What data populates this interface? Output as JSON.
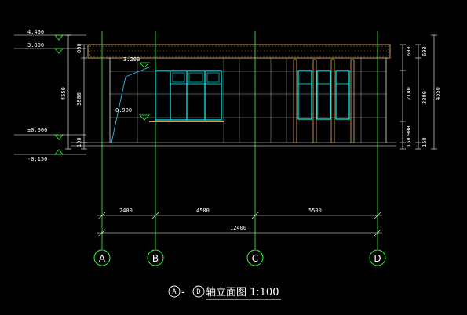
{
  "levels": {
    "l_4400": "4.400",
    "l_3800": "3.800",
    "l_0000": "±0.000",
    "l_m0150": "-0.150",
    "l_3200": "3.200",
    "l_0900": "0.900"
  },
  "left_dims": {
    "d600": "600",
    "d4550": "4550",
    "d3800": "3800",
    "d150": "150"
  },
  "right_dims": {
    "c1_600": "600",
    "c1_2100": "2100",
    "c1_900": "900",
    "c1_150": "150",
    "c2_600": "600",
    "c2_3800": "3800",
    "c2_150": "150",
    "c3_4550": "4550"
  },
  "bottom_dims": {
    "seg_a_b": "2400",
    "seg_b_c": "4500",
    "seg_c_d": "5500",
    "total": "12400"
  },
  "axes": [
    "A",
    "B",
    "C",
    "D"
  ],
  "title": {
    "from_axis": "A",
    "dash": "-",
    "to_axis": "D",
    "text": "轴立面图",
    "scale": "1:100"
  },
  "colors": {
    "background": "#000000",
    "lines": "#ffffff",
    "axis": "#33ff33",
    "window": "#00ffff",
    "wall_hatch": "#c8a060",
    "accent": "#ffff66"
  }
}
